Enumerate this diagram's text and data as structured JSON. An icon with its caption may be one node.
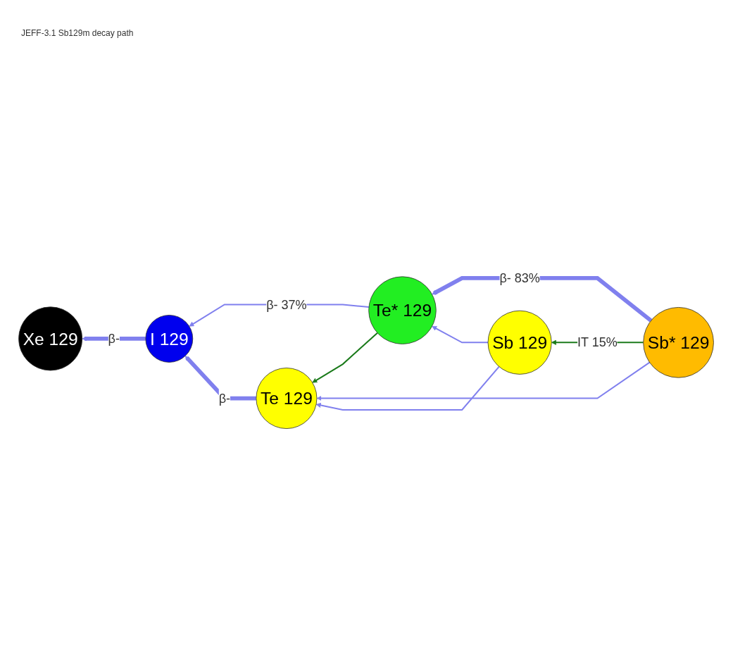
{
  "diagram": {
    "title": "JEFF-3.1 Sb129m decay path",
    "nodes": [
      {
        "text": [
          "Xe 129"
        ]
      },
      {
        "text": [
          "I 129"
        ]
      },
      {
        "text": [
          "Te* 129"
        ]
      },
      {
        "text": [
          "Te 129"
        ]
      },
      {
        "text": [
          "Sb* 129"
        ]
      },
      {
        "text": [
          "Sb 129"
        ]
      }
    ],
    "edges": [
      {
        "from": 1,
        "to": 0,
        "arrow": "to",
        "label": "β-",
        "style": "thick"
      },
      {
        "from": 2,
        "to": 1,
        "arrow": "to",
        "label": "β- 37%"
      },
      {
        "from": 3,
        "to": 1,
        "arrow": "to",
        "label": "β-",
        "style": "thick"
      },
      {
        "from": 2,
        "to": 3,
        "arrow": "to",
        "color": "#1a7a1a"
      },
      {
        "from": 4,
        "to": 2,
        "arrow": "to",
        "label": "β- 83%",
        "style": "thick"
      },
      {
        "from": 4,
        "to": 3,
        "arrow": "to"
      },
      {
        "from": 4,
        "to": 5,
        "arrow": "to",
        "label": "IT 15%",
        "color": "#1a7a1a"
      },
      {
        "from": 5,
        "to": 3,
        "arrow": "to"
      },
      {
        "from": 5,
        "to": 2,
        "arrow": "to"
      }
    ]
  }
}
